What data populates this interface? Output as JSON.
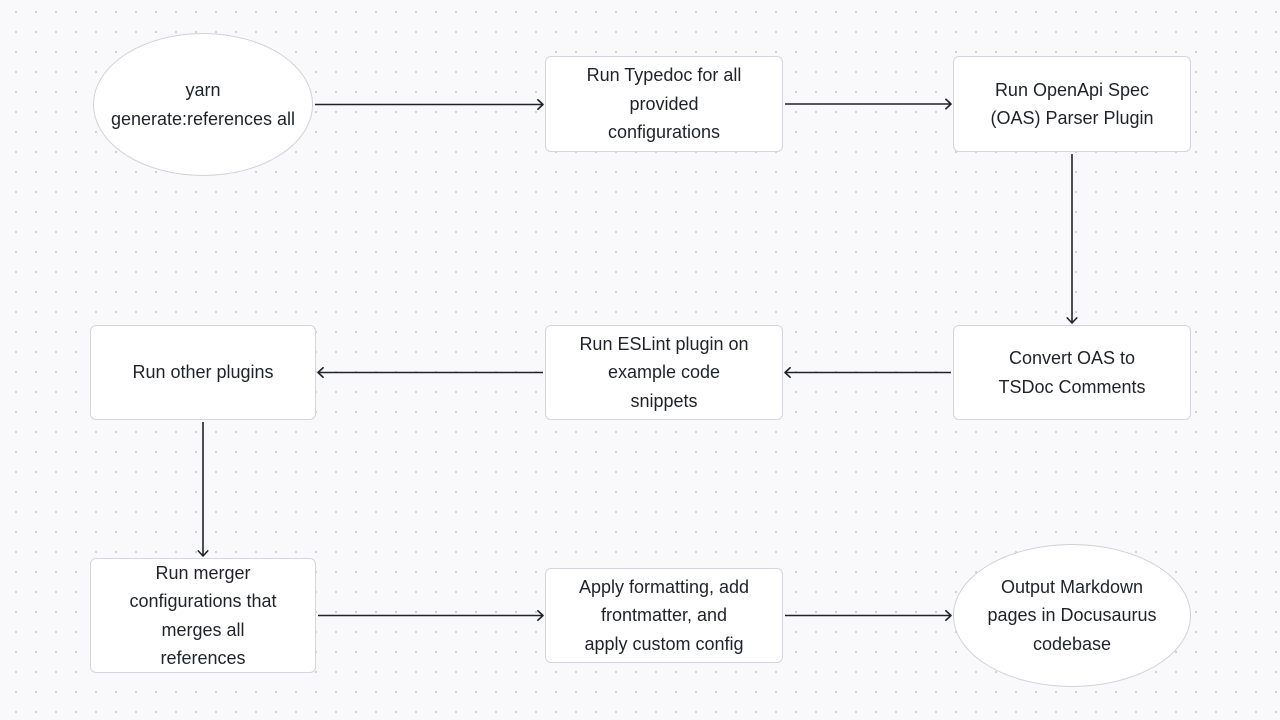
{
  "diagram": {
    "nodes": [
      {
        "id": "start",
        "shape": "ellipse",
        "label": "yarn\ngenerate:references all"
      },
      {
        "id": "typedoc",
        "shape": "rect",
        "label": "Run Typedoc for all\nprovided\nconfigurations"
      },
      {
        "id": "oas_parser",
        "shape": "rect",
        "label": "Run OpenApi Spec\n(OAS) Parser Plugin"
      },
      {
        "id": "convert_oas",
        "shape": "rect",
        "label": "Convert OAS to\nTSDoc Comments"
      },
      {
        "id": "eslint",
        "shape": "rect",
        "label": "Run ESLint plugin on\nexample code\nsnippets"
      },
      {
        "id": "other_plugins",
        "shape": "rect",
        "label": "Run other plugins"
      },
      {
        "id": "merger",
        "shape": "rect",
        "label": "Run merger\nconfigurations that\nmerges all\nreferences"
      },
      {
        "id": "formatting",
        "shape": "rect",
        "label": "Apply formatting, add\nfrontmatter, and\napply custom config"
      },
      {
        "id": "output",
        "shape": "ellipse",
        "label": "Output Markdown\npages in Docusaurus\ncodebase"
      }
    ],
    "edges": [
      {
        "from": "start",
        "to": "typedoc"
      },
      {
        "from": "typedoc",
        "to": "oas_parser"
      },
      {
        "from": "oas_parser",
        "to": "convert_oas"
      },
      {
        "from": "convert_oas",
        "to": "eslint"
      },
      {
        "from": "eslint",
        "to": "other_plugins"
      },
      {
        "from": "other_plugins",
        "to": "merger"
      },
      {
        "from": "merger",
        "to": "formatting"
      },
      {
        "from": "formatting",
        "to": "output"
      }
    ],
    "colors": {
      "node_fill": "#ffffff",
      "node_border": "#d3d6dc",
      "edge": "#1f2329",
      "text": "#1f2329",
      "background": "#f9f9fb",
      "grid_dot": "#cdd0d6"
    }
  }
}
